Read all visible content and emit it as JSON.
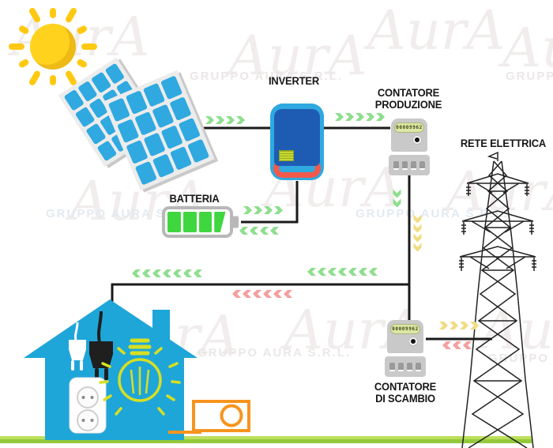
{
  "watermark": {
    "logo_text": "AurA",
    "company_text": "GRUPPO AURA S.R.L."
  },
  "labels": {
    "inverter": "INVERTER",
    "production_meter": [
      "CONTATORE",
      "PRODUZIONE"
    ],
    "battery": "BATTERIA",
    "grid": "RETE ELETTRICA",
    "exchange_meter": [
      "CONTATORE",
      "DI SCAMBIO"
    ]
  },
  "meters": {
    "production": {
      "display": "00009962"
    },
    "exchange": {
      "display": "00009962"
    }
  },
  "diagram": {
    "nodes": [
      "sun",
      "solar-panels",
      "inverter",
      "battery",
      "production-meter",
      "exchange-meter",
      "house",
      "power-pylon"
    ],
    "flows": [
      {
        "name": "panels-to-inverter",
        "color": "green",
        "direction": "right",
        "count": 4
      },
      {
        "name": "inverter-to-production-meter",
        "color": "green",
        "direction": "right",
        "count": 5
      },
      {
        "name": "production-meter-down-green",
        "color": "green",
        "direction": "down",
        "count": 2
      },
      {
        "name": "production-meter-down-yellow",
        "color": "yellow",
        "direction": "down",
        "count": 4
      },
      {
        "name": "inverter-to-battery",
        "color": "green",
        "direction": "right",
        "count": 4
      },
      {
        "name": "battery-to-inverter",
        "color": "green",
        "direction": "left",
        "count": 4
      },
      {
        "name": "to-house-green-1",
        "color": "green",
        "direction": "left",
        "count": 7
      },
      {
        "name": "to-house-green-2",
        "color": "green",
        "direction": "left",
        "count": 7
      },
      {
        "name": "grid-to-house-red",
        "color": "red",
        "direction": "left",
        "count": 6
      },
      {
        "name": "exchange-to-grid-yellow",
        "color": "yellow",
        "direction": "right",
        "count": 4
      },
      {
        "name": "grid-to-exchange-red",
        "color": "red",
        "direction": "left",
        "count": 3
      }
    ]
  },
  "colors": {
    "line": "#1a1a1a",
    "flow_green": "#8FDE8F",
    "flow_yellow": "#F0DC82",
    "flow_red": "#F49F9F",
    "house": "#1FA6D8",
    "bulb": "#D7DF23",
    "battery_green": "#3FD63F",
    "inverter_shell": "#2FA9E0",
    "inverter_panel": "#1E5CB3",
    "inverter_base": "#F2594B",
    "panel_cell": "#2FA9E0",
    "panel_frame": "#ECECEC",
    "meter_body": "#C9C9C9",
    "meter_display_bg": "#DCE7A5",
    "sun": "#FFD21E",
    "sun_ray": "#FFC913",
    "grass_light": "#BCDF5A",
    "grass_dark": "#93C93B",
    "appliance": "#F7941E",
    "watermark": "#f1eded",
    "tower": "#222222"
  }
}
